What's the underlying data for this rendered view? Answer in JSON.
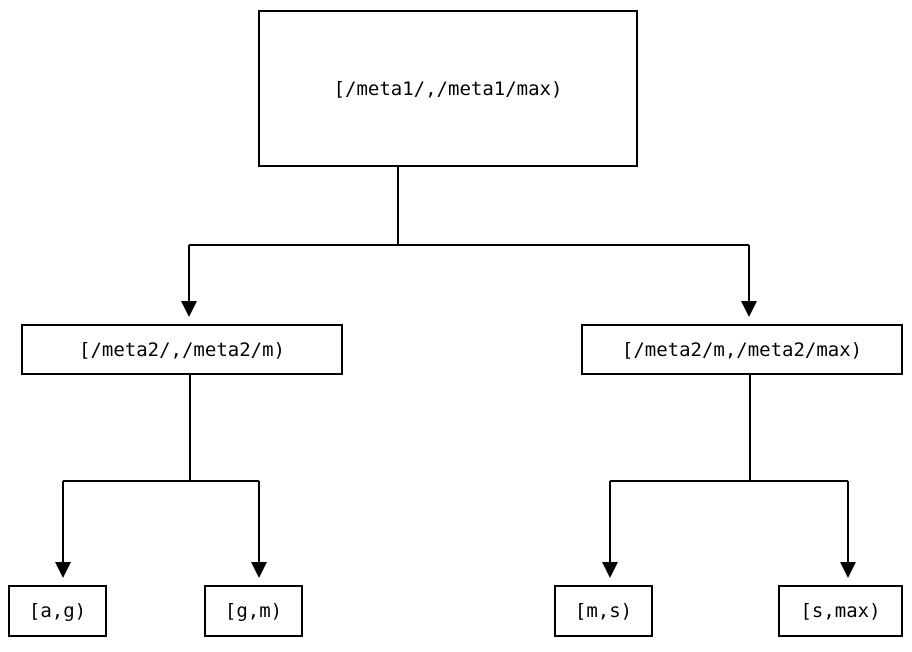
{
  "diagram": {
    "title": "interval-partition-tree",
    "stroke_color": "#000000",
    "fill_color": "#ffffff",
    "stroke_width": 2,
    "nodes": {
      "root": {
        "label": "[/meta1/,/meta1/max)"
      },
      "mid_left": {
        "label": "[/meta2/,/meta2/m)"
      },
      "mid_right": {
        "label": "[/meta2/m,/meta2/max)"
      },
      "leaf_ag": {
        "label": "[a,g)"
      },
      "leaf_gm": {
        "label": "[g,m)"
      },
      "leaf_ms": {
        "label": "[m,s)"
      },
      "leaf_smax": {
        "label": "[s,max)"
      }
    },
    "edges": [
      {
        "from": "root",
        "to": "mid_left",
        "arrow": "down"
      },
      {
        "from": "root",
        "to": "mid_right",
        "arrow": "down"
      },
      {
        "from": "mid_left",
        "to": "leaf_ag",
        "arrow": "down"
      },
      {
        "from": "mid_left",
        "to": "leaf_gm",
        "arrow": "down"
      },
      {
        "from": "mid_right",
        "to": "leaf_ms",
        "arrow": "down"
      },
      {
        "from": "mid_right",
        "to": "leaf_smax",
        "arrow": "down"
      }
    ]
  }
}
